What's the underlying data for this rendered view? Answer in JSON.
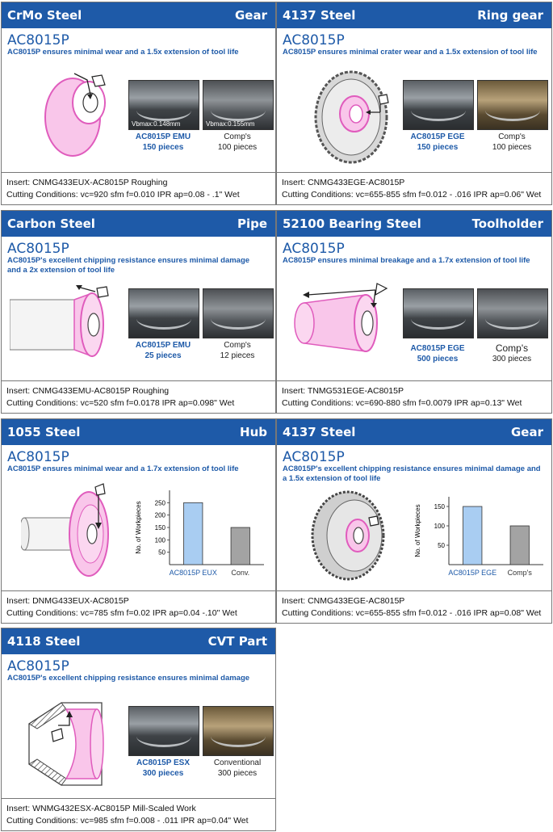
{
  "cards": [
    {
      "material": "CrMo Steel",
      "part": "Gear",
      "grade": "AC8015P",
      "claim": "AC8015P ensures minimal wear and a 1.5x extension of tool life",
      "ours_photo_note": "Vbmax:0.148mm",
      "theirs_photo_note": "Vbmax:0.155mm",
      "ours_caption_1": "AC8015P EMU",
      "ours_caption_2": "150 pieces",
      "theirs_caption_1": "Comp's",
      "theirs_caption_2": "100 pieces",
      "insert": "Insert: CNMG433EUX-AC8015P Roughing",
      "cutting": "Cutting Conditions: vc=920 sfm  f=0.010 IPR  ap=0.08 - .1\"  Wet"
    },
    {
      "material": "4137 Steel",
      "part": "Ring gear",
      "grade": "AC8015P",
      "claim": "AC8015P ensures minimal crater wear and a 1.5x extension of tool life",
      "ours_caption_1": "AC8015P EGE",
      "ours_caption_2": "150 pieces",
      "theirs_caption_1": "Comp's",
      "theirs_caption_2": "100 pieces",
      "insert": "Insert: CNMG433EGE-AC8015P",
      "cutting": "Cutting Conditions: vc=655-855 sfm  f=0.012 - .016 IPR  ap=0.06\"  Wet"
    },
    {
      "material": "Carbon Steel",
      "part": "Pipe",
      "grade": "AC8015P",
      "claim_1": "AC8015P's excellent chipping resistance ensures minimal damage",
      "claim_2": "and a 2x extension of tool life",
      "ours_caption_1": "AC8015P EMU",
      "ours_caption_2": "25 pieces",
      "theirs_caption_1": "Comp's",
      "theirs_caption_2": "12 pieces",
      "insert": "Insert: CNMG433EMU-AC8015P Roughing",
      "cutting": "Cutting Conditions: vc=520 sfm  f=0.0178 IPR  ap=0.098\"  Wet"
    },
    {
      "material": "52100 Bearing Steel",
      "part": "Toolholder",
      "grade": "AC8015P",
      "claim": "AC8015P ensures minimal breakage and a 1.7x extension of tool life",
      "ours_caption_1": "AC8015P EGE",
      "ours_caption_2": "500 pieces",
      "theirs_caption_1": "Comp's",
      "theirs_caption_2": "300 pieces",
      "insert": "Insert: TNMG531EGE-AC8015P",
      "cutting": "Cutting Conditions: vc=690-880 sfm  f=0.0079 IPR  ap=0.13\"  Wet"
    },
    {
      "material": "1055 Steel",
      "part": "Hub",
      "grade": "AC8015P",
      "claim": "AC8015P ensures minimal wear and a 1.7x extension of tool life",
      "insert": "Insert: DNMG433EUX-AC8015P",
      "cutting": "Cutting Conditions: vc=785 sfm  f=0.02 IPR  ap=0.04 -.10\"  Wet"
    },
    {
      "material": "4137 Steel",
      "part": "Gear",
      "grade": "AC8015P",
      "claim_1": "AC8015P's excellent chipping resistance ensures minimal damage and",
      "claim_2": "a 1.5x extension of tool life",
      "insert": "Insert: CNMG433EGE-AC8015P",
      "cutting": "Cutting Conditions: vc=655-855 sfm  f=0.012 - .016 IPR  ap=0.08\"  Wet"
    },
    {
      "material": "4118 Steel",
      "part": "CVT Part",
      "grade": "AC8015P",
      "claim": "AC8015P's excellent chipping resistance ensures minimal damage",
      "ours_caption_1": "AC8015P ESX",
      "ours_caption_2": "300 pieces",
      "theirs_caption_1": "Conventional",
      "theirs_caption_2": "300 pieces",
      "insert": "Insert: WNMG432ESX-AC8015P       Mill-Scaled Work",
      "cutting": "Cutting Conditions: vc=985 sfm  f=0.008 - .011 IPR  ap=0.04\"  Wet"
    }
  ],
  "chart_data": [
    {
      "type": "bar",
      "ylabel": "No. of Workpieces",
      "categories": [
        "AC8015P EUX",
        "Conv."
      ],
      "values": [
        250,
        150
      ],
      "ylim": [
        0,
        300
      ],
      "yticks": [
        "50",
        "100",
        "150",
        "200",
        "250"
      ],
      "colors": [
        "#a9cdf2",
        "#a3a3a3"
      ]
    },
    {
      "type": "bar",
      "ylabel": "No. of Workpieces",
      "categories": [
        "AC8015P EGE",
        "Comp's"
      ],
      "values": [
        150,
        100
      ],
      "ylim": [
        0,
        175
      ],
      "yticks": [
        "50",
        "100",
        "150"
      ],
      "colors": [
        "#a9cdf2",
        "#a3a3a3"
      ]
    }
  ],
  "colors": {
    "header": "#1e5aa8",
    "accent": "#1e5aa8",
    "workpiece_highlight": "#f08ad0"
  }
}
